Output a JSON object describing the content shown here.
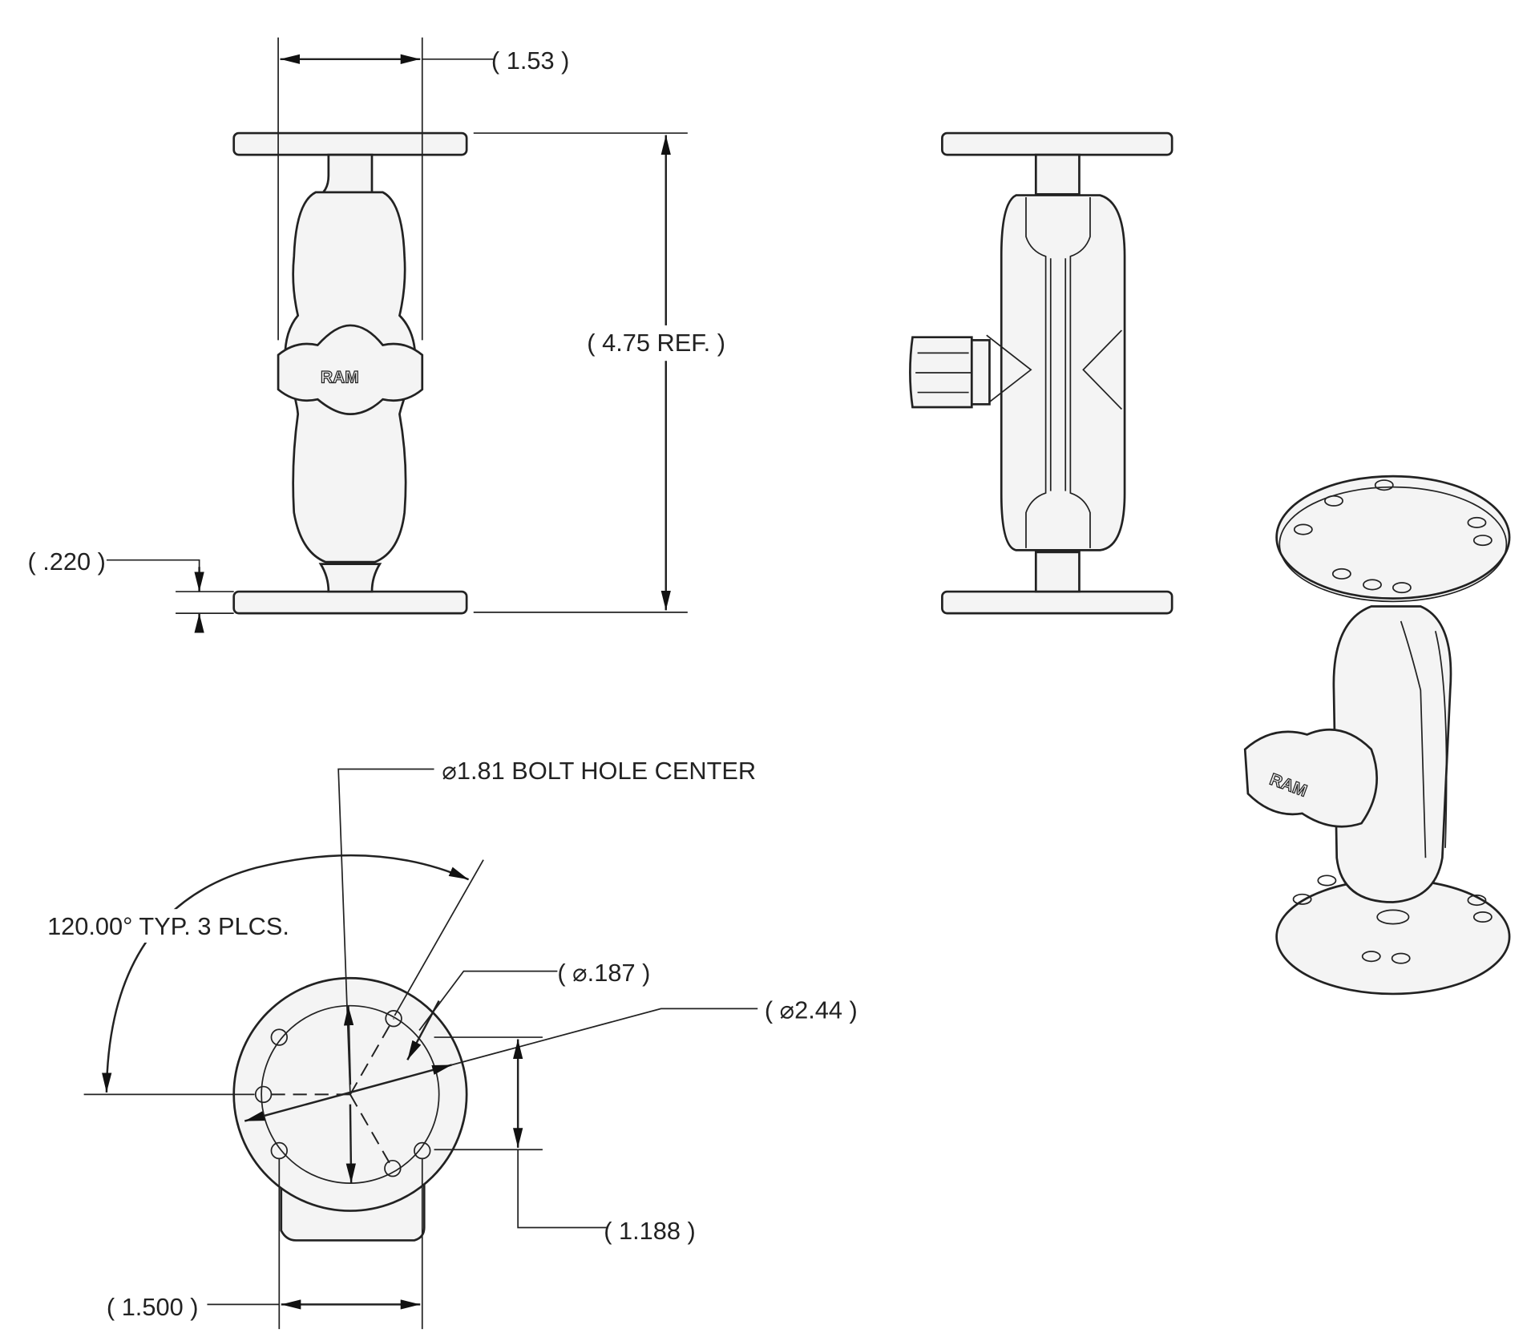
{
  "labels": {
    "width_top": "( 1.53 )",
    "height_ref": "( 4.75 REF. )",
    "plate_thickness": "( .220 )",
    "bolt_circle": "⌀1.81 BOLT HOLE CENTER",
    "angle": "120.00° TYP. 3 PLCS.",
    "hole_dia": "( ⌀.187 )",
    "plate_dia": "( ⌀2.44 )",
    "hole_spacing_v": "( 1.188 )",
    "hole_spacing_h": "( 1.500 )"
  },
  "logo": "RAM"
}
